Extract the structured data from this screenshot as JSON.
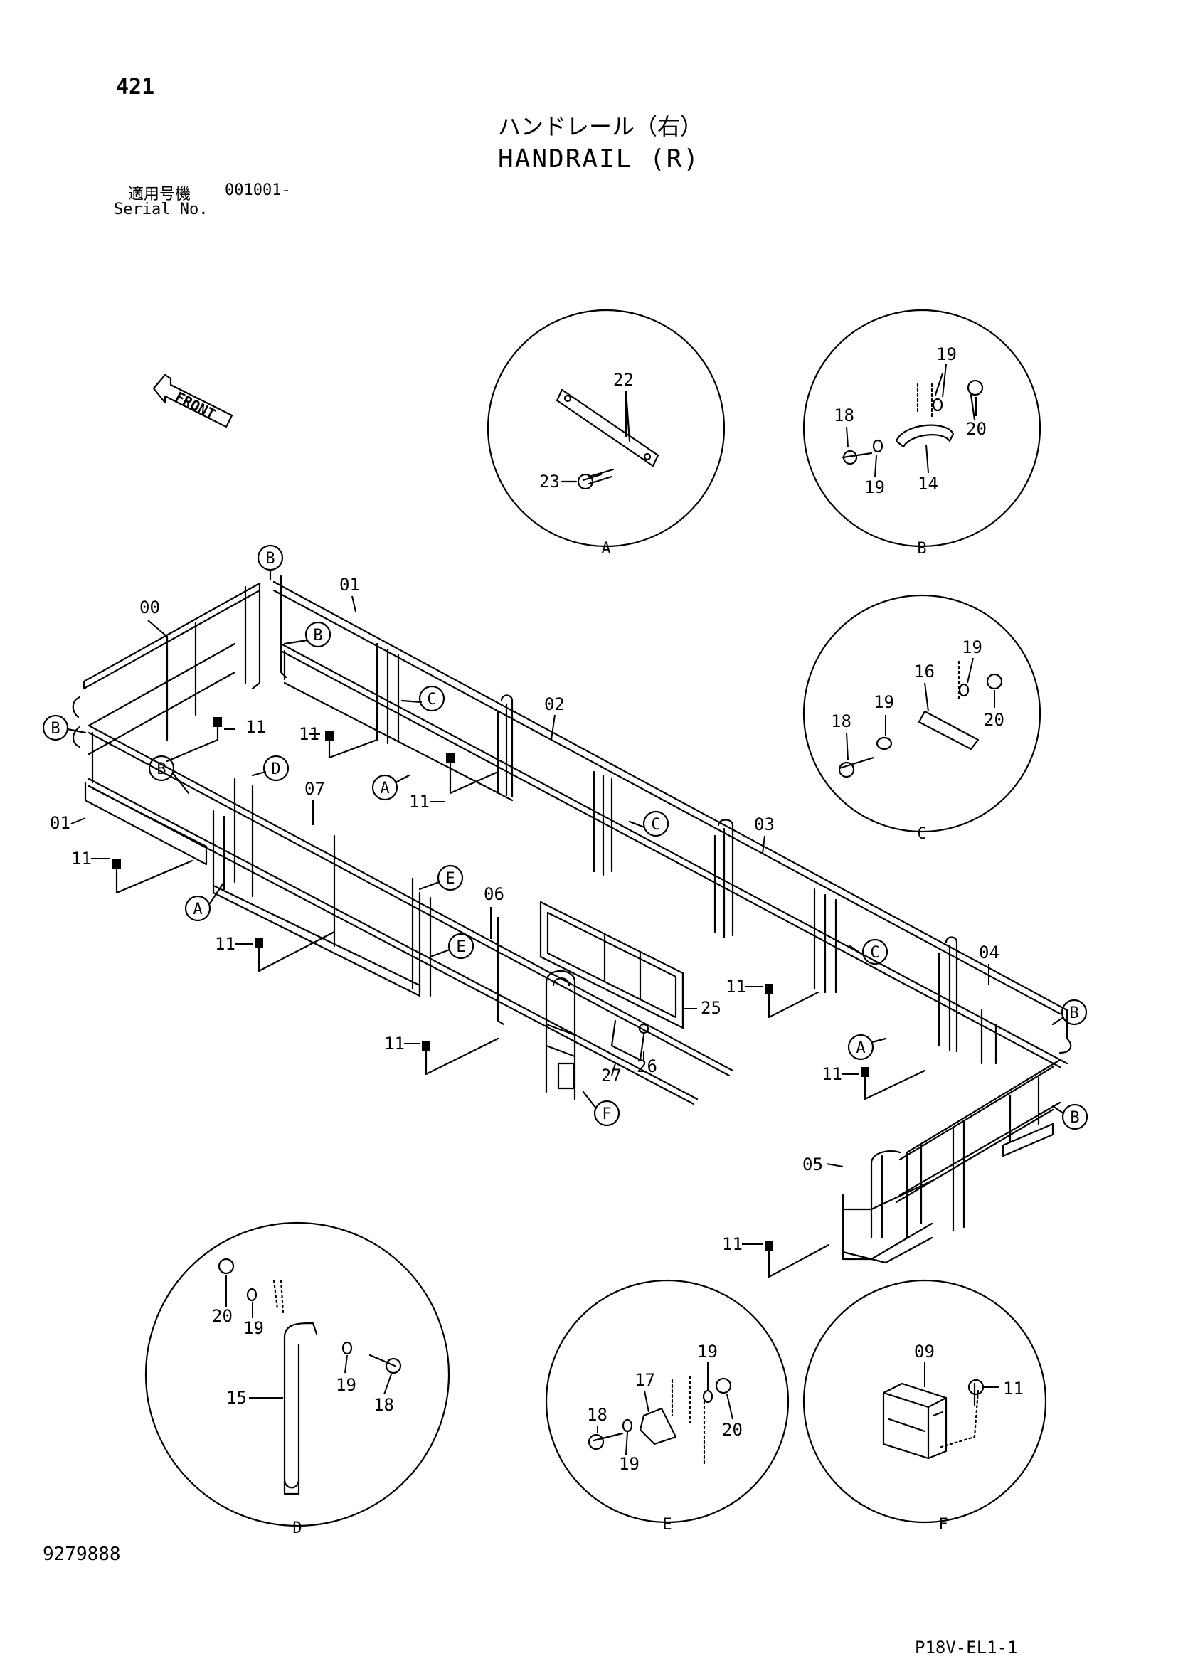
{
  "header": {
    "page_number": "421",
    "title_ja": "ハンドレール（右）",
    "title_en": "HANDRAIL (R)",
    "serial_label_ja": "適用号機",
    "serial_value": "001001-",
    "serial_label_en": "Serial No."
  },
  "front_label": "FRONT",
  "callout_letters": [
    "A",
    "B",
    "C",
    "D",
    "E",
    "F"
  ],
  "detail_views": [
    {
      "letter": "A",
      "parts": [
        "22",
        "23"
      ]
    },
    {
      "letter": "B",
      "parts": [
        "18",
        "19",
        "19",
        "20",
        "14"
      ]
    },
    {
      "letter": "C",
      "parts": [
        "16",
        "18",
        "19",
        "19",
        "20"
      ]
    },
    {
      "letter": "D",
      "parts": [
        "20",
        "19",
        "19",
        "18",
        "15"
      ]
    },
    {
      "letter": "E",
      "parts": [
        "17",
        "18",
        "19",
        "19",
        "20"
      ]
    },
    {
      "letter": "F",
      "parts": [
        "09",
        "11"
      ]
    }
  ],
  "main_part_labels": [
    "00",
    "01",
    "01",
    "02",
    "03",
    "04",
    "05",
    "06",
    "07",
    "11",
    "25",
    "26",
    "27"
  ],
  "footer": {
    "doc_number": "9279888",
    "page_code": "P18V-EL1-1"
  }
}
